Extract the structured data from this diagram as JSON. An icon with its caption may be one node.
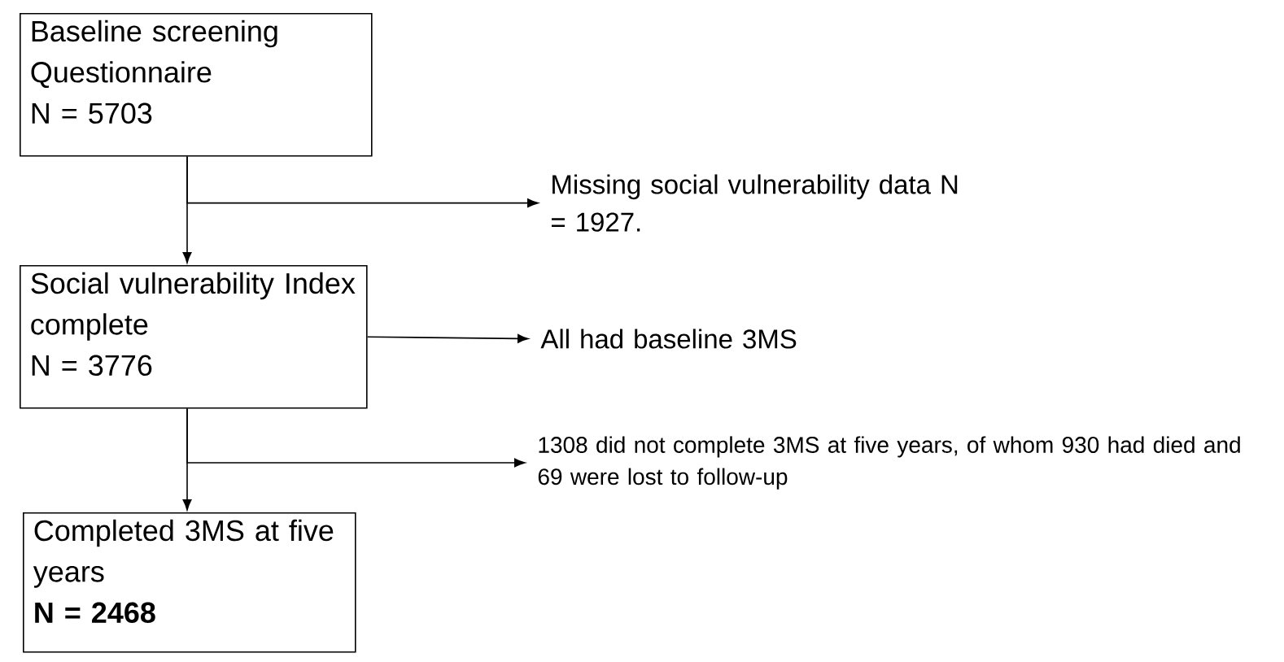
{
  "diagram": {
    "nodes": [
      {
        "text": [
          "Baseline screening Questionnaire",
          "N = 5703"
        ]
      },
      {
        "text": [
          "Missing social vulnerability data N = 1927."
        ]
      },
      {
        "text": [
          "Social vulnerability Index complete",
          "N = 3776"
        ]
      },
      {
        "text": [
          "All had baseline 3MS"
        ]
      },
      {
        "text": [
          "1308 did not complete 3MS at five years, of whom 930 had died and 69 were lost to follow-up"
        ]
      },
      {
        "text": [
          "Completed 3MS at five years",
          "**N = 2468**"
        ]
      }
    ],
    "edges": [
      {
        "from": 0,
        "to": 2,
        "arrow": "to"
      },
      {
        "from": 0,
        "to": 1,
        "arrow": "to"
      },
      {
        "from": 2,
        "to": 3,
        "arrow": "to"
      },
      {
        "from": 2,
        "to": 4,
        "arrow": "to"
      },
      {
        "from": 2,
        "to": 5,
        "arrow": "to"
      }
    ]
  }
}
